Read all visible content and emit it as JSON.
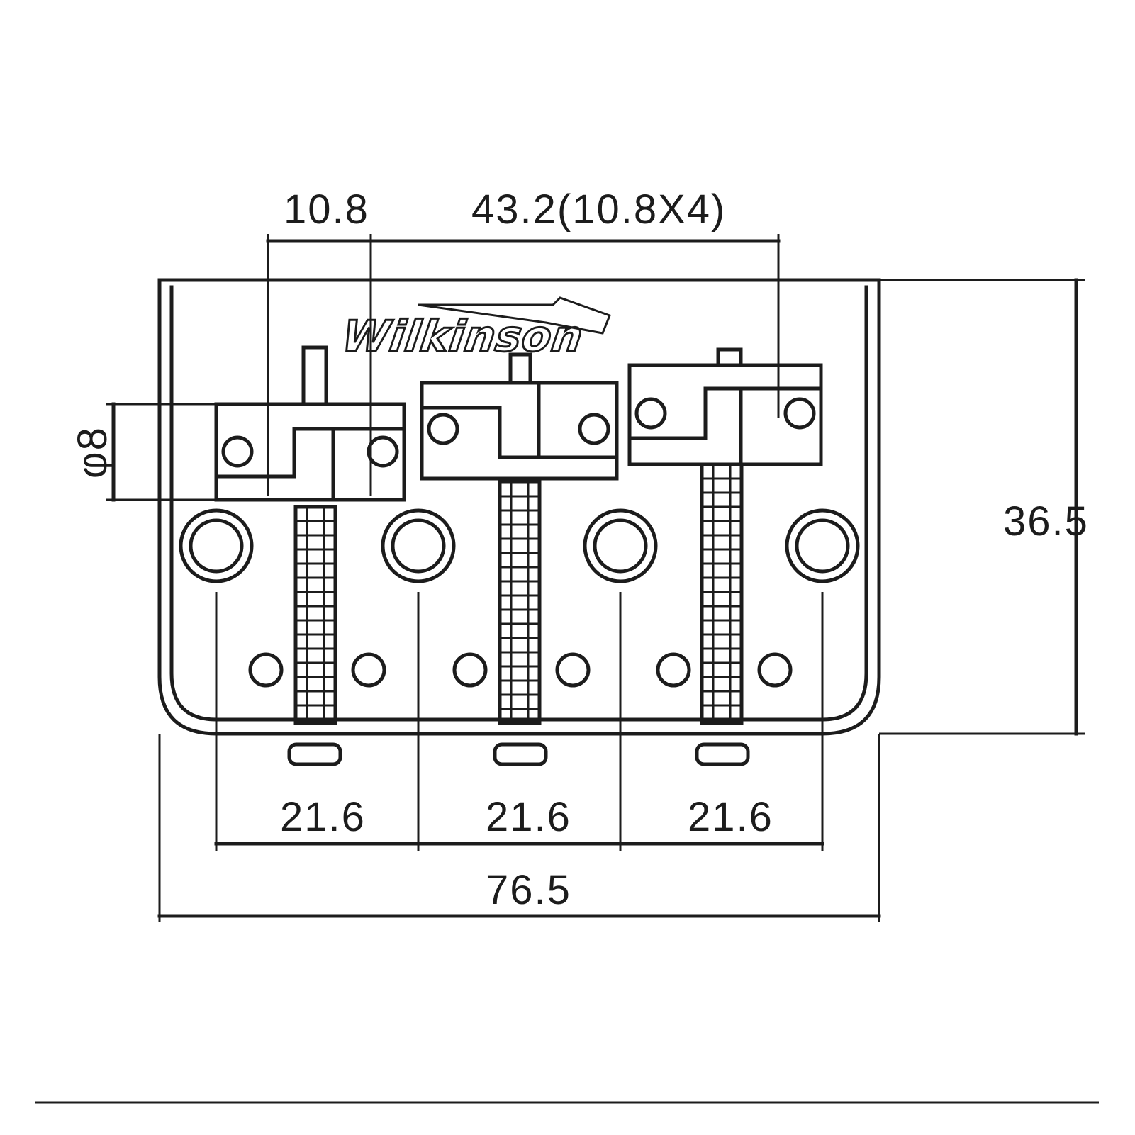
{
  "figure": {
    "dimensions": {
      "saddle_spacing": "10.8",
      "total_spacing": "43.2(10.8X4)",
      "saddle_diameter": "φ8",
      "height": "36.5",
      "screw_spacing_1": "21.6",
      "screw_spacing_2": "21.6",
      "screw_spacing_3": "21.6",
      "overall_width": "76.5"
    },
    "brand_logo": "Wilkinson"
  }
}
